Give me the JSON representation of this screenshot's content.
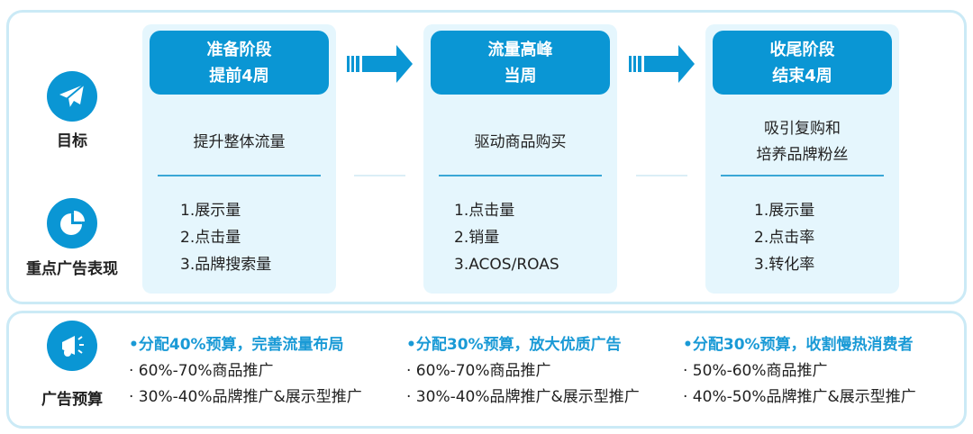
{
  "rows": {
    "goal": "目标",
    "kpi": "重点广告表现",
    "budget": "广告预算"
  },
  "stages": [
    {
      "title": "准备阶段",
      "subtitle": "提前4周",
      "goal": [
        "提升整体流量"
      ],
      "kpis": [
        "1.展示量",
        "2.点击量",
        "3.品牌搜索量"
      ],
      "budget": {
        "title": "•分配40%预算，完善流量布局",
        "items": [
          "· 60%-70%商品推广",
          "· 30%-40%品牌推广&展示型推广"
        ]
      }
    },
    {
      "title": "流量高峰",
      "subtitle": "当周",
      "goal": [
        "驱动商品购买"
      ],
      "kpis": [
        "1.点击量",
        "2.销量",
        "3.ACOS/ROAS"
      ],
      "budget": {
        "title": "•分配30%预算，放大优质广告",
        "items": [
          "· 60%-70%商品推广",
          "· 30%-40%品牌推广&展示型推广"
        ]
      }
    },
    {
      "title": "收尾阶段",
      "subtitle": "结束4周",
      "goal": [
        "吸引复购和",
        "培养品牌粉丝"
      ],
      "kpis": [
        "1.展示量",
        "2.点击率",
        "3.转化率"
      ],
      "budget": {
        "title": "•分配30%预算，收割慢热消费者",
        "items": [
          "· 50%-60%商品推广",
          "· 40%-50%品牌推广&展示型推广"
        ]
      }
    }
  ],
  "colors": {
    "accent": "#0a96d4",
    "panel": "#e5f6fd",
    "border": "#cbeaf6"
  }
}
